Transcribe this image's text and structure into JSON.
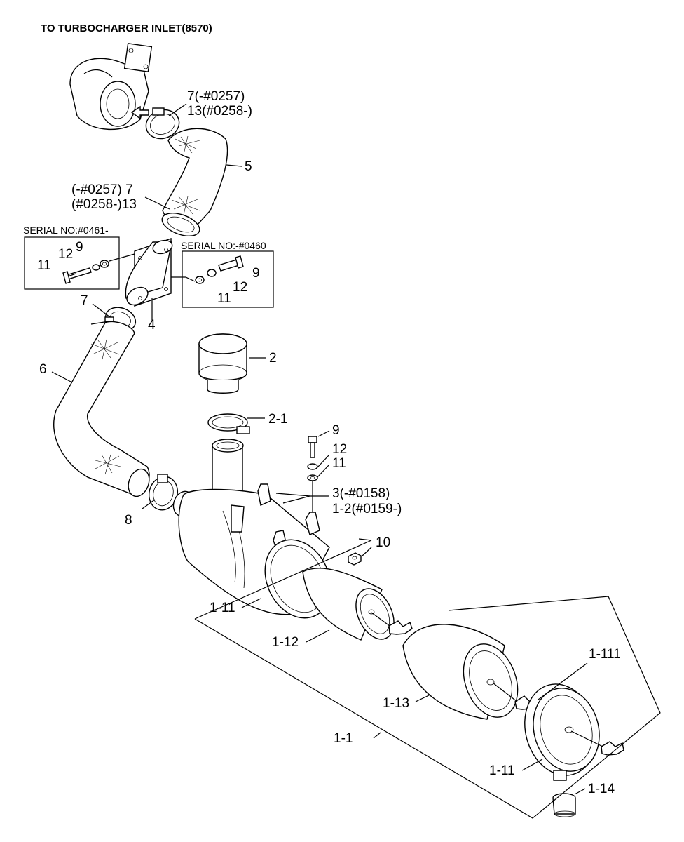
{
  "header": {
    "title": "TO TURBOCHARGER INLET(8570)"
  },
  "serial_boxes": {
    "left": "SERIAL NO:#0461-",
    "right": "SERIAL NO:-#0460"
  },
  "labels": {
    "l7a": "7(-#0257)",
    "l13a": "13(#0258-)",
    "l5": "5",
    "l7b": "(-#0257) 7",
    "l13b": "(#0258-)13",
    "l9a": "9",
    "l12a": "12",
    "l11a": "11",
    "l9b": "9",
    "l12b": "12",
    "l11b": "11",
    "l7c": "7",
    "l4": "4",
    "l6": "6",
    "l2": "2",
    "l2_1": "2-1",
    "l9c": "9",
    "l12c": "12",
    "l11c": "11",
    "l3": "3(-#0158)",
    "l1_2": "1-2(#0159-)",
    "l8": "8",
    "l10": "10",
    "l1_11a": "1-11",
    "l1_12": "1-12",
    "l1_111": "1-111",
    "l1_13": "1-13",
    "l1_1": "1-1",
    "l1_11b": "1-11",
    "l1_14": "1-14"
  }
}
